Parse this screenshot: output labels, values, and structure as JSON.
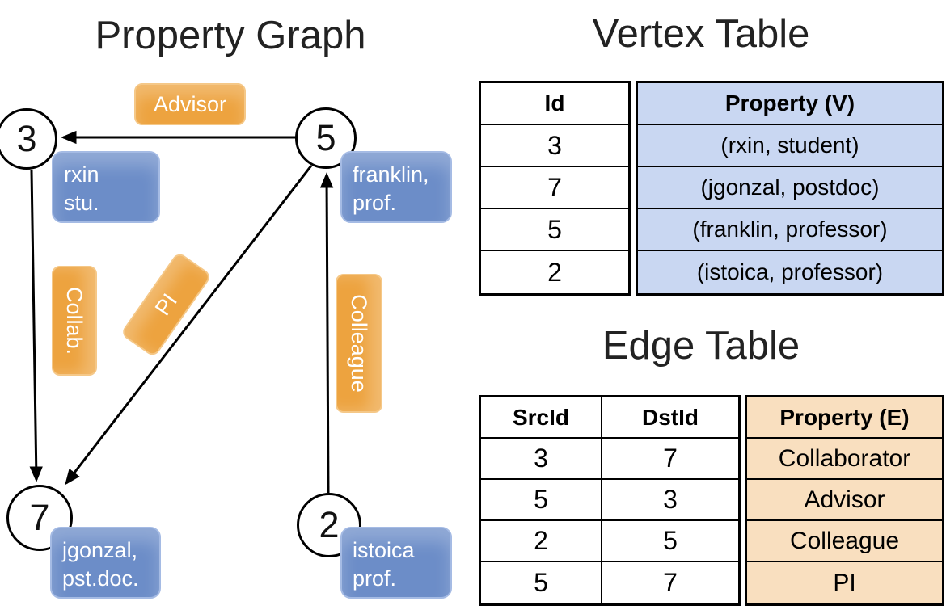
{
  "titles": {
    "graph": "Property Graph",
    "vertex_table": "Vertex Table",
    "edge_table": "Edge Table"
  },
  "graph": {
    "vertices": [
      {
        "id": "3",
        "label_lines": [
          "rxin",
          "stu."
        ]
      },
      {
        "id": "5",
        "label_lines": [
          "franklin,",
          "prof."
        ]
      },
      {
        "id": "7",
        "label_lines": [
          "jgonzal,",
          "pst.doc."
        ]
      },
      {
        "id": "2",
        "label_lines": [
          "istoica",
          "prof."
        ]
      }
    ],
    "edge_labels": [
      "Advisor",
      "Collab.",
      "PI",
      "Colleague"
    ]
  },
  "vertex_table": {
    "headers": [
      "Id",
      "Property (V)"
    ],
    "rows": [
      [
        "3",
        "(rxin, student)"
      ],
      [
        "7",
        "(jgonzal, postdoc)"
      ],
      [
        "5",
        "(franklin, professor)"
      ],
      [
        "2",
        "(istoica, professor)"
      ]
    ]
  },
  "edge_table": {
    "headers": [
      "SrcId",
      "DstId",
      "Property (E)"
    ],
    "rows": [
      [
        "3",
        "7",
        "Collaborator"
      ],
      [
        "5",
        "3",
        "Advisor"
      ],
      [
        "2",
        "5",
        "Colleague"
      ],
      [
        "5",
        "7",
        "PI"
      ]
    ]
  },
  "colors": {
    "vertex_fill": "#6c8dc8",
    "vertex_border": "#a5bbe4",
    "edge_fill": "#eda33f",
    "edge_border": "#f5c888",
    "vertex_cell_bg": "#c9d7f2",
    "edge_cell_bg": "#f9dfbf"
  }
}
